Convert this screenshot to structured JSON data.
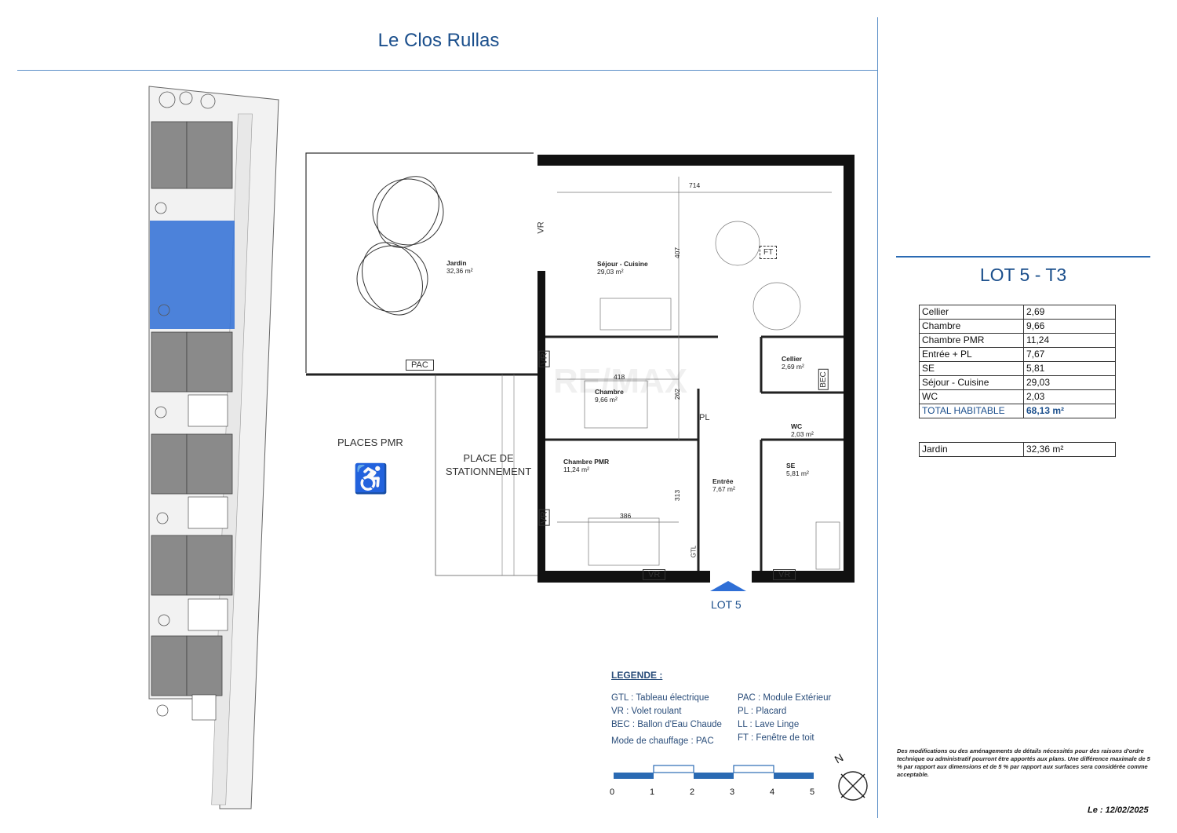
{
  "header": {
    "title": "Le Clos Rullas"
  },
  "lot": {
    "title": "LOT 5 - T3",
    "rooms": [
      {
        "name": "Cellier",
        "area": "2,69"
      },
      {
        "name": "Chambre",
        "area": "9,66"
      },
      {
        "name": "Chambre PMR",
        "area": "11,24"
      },
      {
        "name": "Entrée + PL",
        "area": "7,67"
      },
      {
        "name": "SE",
        "area": "5,81"
      },
      {
        "name": "Séjour - Cuisine",
        "area": "29,03"
      },
      {
        "name": "WC",
        "area": "2,03"
      }
    ],
    "total_label": "TOTAL HABITABLE",
    "total_value": "68,13 m²",
    "garden_label": "Jardin",
    "garden_value": "32,36  m²"
  },
  "plan": {
    "jardin": {
      "name": "Jardin",
      "area": "32,36 m²"
    },
    "sejour": {
      "name": "Séjour - Cuisine",
      "area": "29,03 m²"
    },
    "cellier": {
      "name": "Cellier",
      "area": "2,69 m²"
    },
    "chambre": {
      "name": "Chambre",
      "area": "9,66 m²"
    },
    "wc": {
      "name": "WC",
      "area": "2,03 m²"
    },
    "chambre_pmr": {
      "name": "Chambre PMR",
      "area": "11,24 m²"
    },
    "entree": {
      "name": "Entrée",
      "area": "7,67 m²"
    },
    "se": {
      "name": "SE",
      "area": "5,81 m²"
    },
    "dims": {
      "d714": "714",
      "d407": "407",
      "d418": "418",
      "d262": "262",
      "d386": "386",
      "d313": "313"
    },
    "tags": {
      "pac": "PAC",
      "vr": "VR",
      "pl": "PL",
      "bec": "BEC",
      "ft": "FT",
      "gtl": "GTL"
    },
    "places_pmr": "PLACES PMR",
    "place_line1": "PLACE DE",
    "place_line2": "STATIONNEMENT",
    "lot_marker": "LOT 5",
    "watermark": "RE/MAX"
  },
  "legend": {
    "title": "LEGENDE :",
    "left": [
      "GTL : Tableau électrique",
      "VR   : Volet roulant",
      "BEC  : Ballon d'Eau Chaude"
    ],
    "heating": "Mode de chauffage : PAC",
    "right": [
      "PAC  : Module Extérieur",
      "PL    : Placard",
      "LL    : Lave Linge",
      "FT    : Fenêtre de toit"
    ],
    "scale": [
      "0",
      "1",
      "2",
      "3",
      "4",
      "5"
    ]
  },
  "north": "N",
  "disclaimer": "Des modifications ou des aménagements de détails nécessités pour des raisons d'ordre technique ou administratif pourront être apportés aux plans. Une différence maximale de 5 % par rapport aux dimensions et de 5 % par rapport aux surfaces sera considérée comme acceptable.",
  "date": "Le : 12/02/2025",
  "colors": {
    "accent": "#1b4f8c",
    "highlight": "#2f6fd6",
    "wall": "#111111"
  }
}
